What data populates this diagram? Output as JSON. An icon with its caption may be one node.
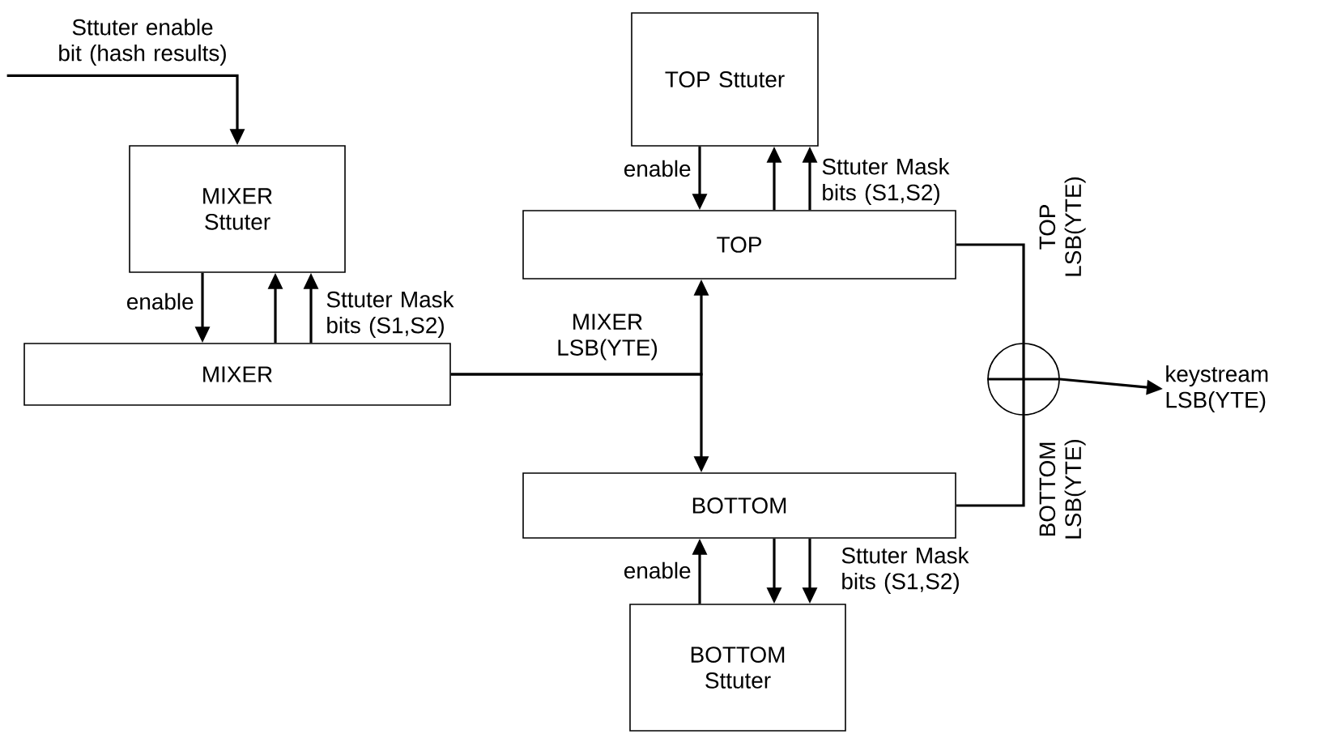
{
  "diagram": {
    "nodes": [
      {
        "text": [
          "MIXER Sttuter"
        ]
      },
      {
        "text": [
          "MIXER"
        ]
      },
      {
        "text": [
          "TOP Sttuter"
        ]
      },
      {
        "text": [
          "TOP"
        ]
      },
      {
        "text": [
          "BOTTOM"
        ]
      },
      {
        "text": [
          "BOTTOM Sttuter"
        ]
      },
      {
        "text": [],
        "shape": "circle"
      },
      {
        "text": [
          "Sttuter enable bit (hash results)"
        ]
      },
      {
        "text": [
          "keystream LSB(YTE)"
        ]
      }
    ],
    "edges": [
      {
        "from": 7,
        "to": 0,
        "arrow": "to"
      },
      {
        "from": 0,
        "to": 1,
        "arrow": "to",
        "label": "enable"
      },
      {
        "from": 1,
        "to": 0,
        "arrow": "to"
      },
      {
        "from": 1,
        "to": 0,
        "arrow": "to",
        "label": "Sttuter Mask bits (S1,S2)"
      },
      {
        "from": 2,
        "to": 3,
        "arrow": "to",
        "label": "enable"
      },
      {
        "from": 3,
        "to": 2,
        "arrow": "to"
      },
      {
        "from": 3,
        "to": 2,
        "arrow": "to",
        "label": "Sttuter Mask bits (S1,S2)"
      },
      {
        "from": 5,
        "to": 4,
        "arrow": "to",
        "label": "enable"
      },
      {
        "from": 4,
        "to": 5,
        "arrow": "to"
      },
      {
        "from": 4,
        "to": 5,
        "arrow": "to",
        "label": "Sttuter Mask bits (S1,S2)"
      },
      {
        "from": 1,
        "to": 3,
        "arrow": "to",
        "label": "MIXER LSB(YTE)"
      },
      {
        "from": 1,
        "to": 4,
        "arrow": "to"
      },
      {
        "from": 3,
        "to": 6,
        "arrow": "none",
        "label": "TOP LSB(YTE)"
      },
      {
        "from": 4,
        "to": 6,
        "arrow": "none",
        "label": "BOTTOM LSB(YTE)"
      },
      {
        "from": 6,
        "to": 8,
        "arrow": "to"
      }
    ]
  }
}
